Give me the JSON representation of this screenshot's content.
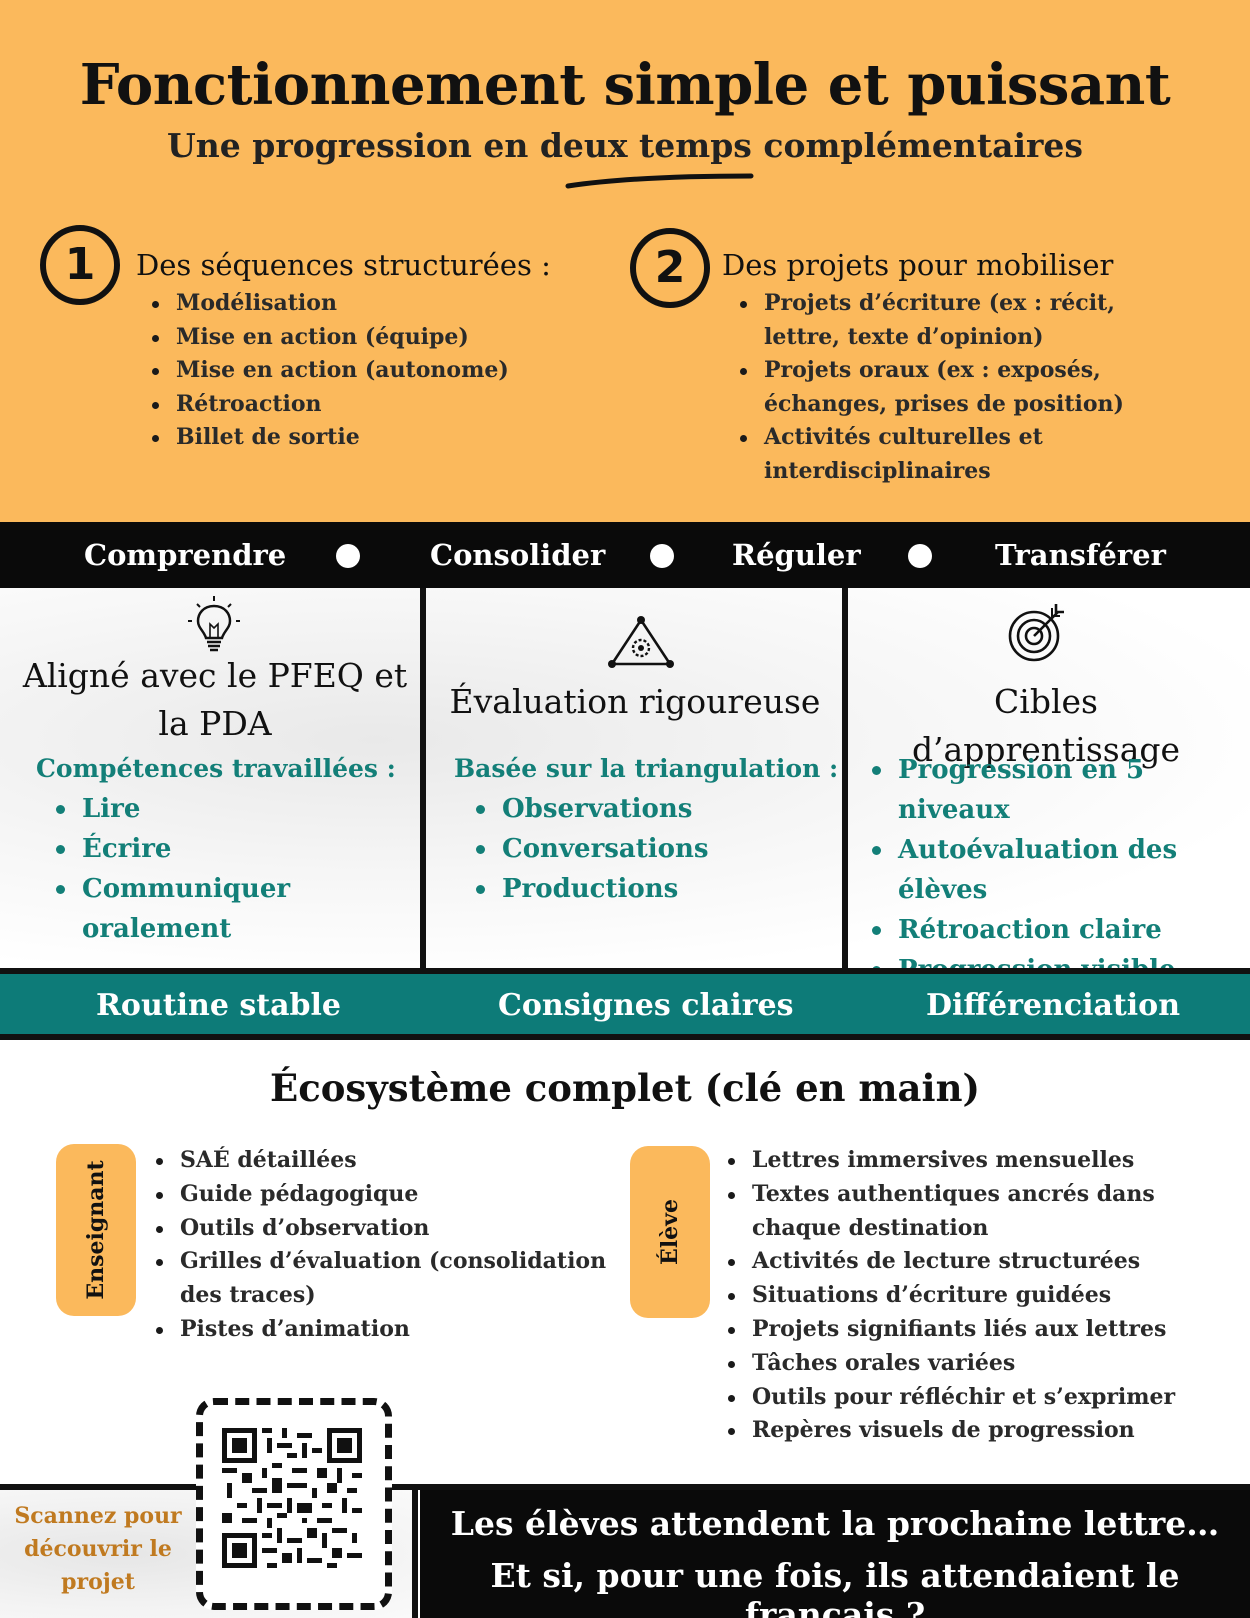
{
  "header": {
    "title": "Fonctionnement simple et puissant",
    "subtitle": "Une progression en deux temps complémentaires"
  },
  "steps": [
    {
      "number": "1",
      "title": "Des séquences structurées :",
      "items": [
        "Modélisation",
        "Mise en action (équipe)",
        "Mise en action (autonome)",
        "Rétroaction",
        "Billet de sortie"
      ]
    },
    {
      "number": "2",
      "title": "Des projets pour mobiliser",
      "items": [
        "Projets d’écriture (ex : récit, lettre, texte d’opinion)",
        "Projets oraux (ex : exposés, échanges, prises de position)",
        "Activités culturelles et interdisciplinaires"
      ]
    }
  ],
  "cycle_bar": [
    "Comprendre",
    "Consolider",
    "Réguler",
    "Transférer"
  ],
  "cards": [
    {
      "icon": "lightbulb-icon",
      "title": "Aligné avec le PFEQ et la PDA",
      "subtitle": "Compétences travaillées :",
      "items": [
        "Lire",
        "Écrire",
        "Communiquer oralement"
      ]
    },
    {
      "icon": "gear-triangle-icon",
      "title": "Évaluation rigoureuse",
      "subtitle": "Basée sur la triangulation :",
      "items": [
        "Observations",
        "Conversations",
        "Productions"
      ]
    },
    {
      "icon": "target-icon",
      "title": "Cibles d’apprentissage",
      "subtitle": "",
      "items": [
        "Progression en 5 niveaux",
        "Autoévaluation des élèves",
        "Rétroaction claire",
        "Progression visible"
      ]
    }
  ],
  "principles_bar": [
    "Routine stable",
    "Consignes claires",
    "Différenciation"
  ],
  "ecosystem": {
    "title": "Écosystème complet (clé en main)",
    "teacher": {
      "label": "Enseignant",
      "items": [
        "SAÉ détaillées",
        "Guide pédagogique",
        "Outils d’observation",
        "Grilles d’évaluation (consolidation des traces)",
        "Pistes d’animation"
      ]
    },
    "student": {
      "label": "Élève",
      "items": [
        "Lettres immersives mensuelles",
        "Textes authentiques ancrés dans chaque destination",
        "Activités de lecture structurées",
        "Situations d’écriture guidées",
        "Projets signifiants liés aux lettres",
        "Tâches orales variées",
        "Outils pour réfléchir et s’exprimer",
        "Repères visuels de progression"
      ]
    }
  },
  "footer": {
    "scan": "Scannez pour découvrir le projet",
    "line1": "Les élèves attendent la prochaine lettre…",
    "line2": "Et si, pour une fois, ils attendaient le français ?"
  },
  "colors": {
    "orange": "#fbb95c",
    "teal": "#0d7b78",
    "teal_text": "#137f78",
    "black": "#0a0a0a"
  }
}
